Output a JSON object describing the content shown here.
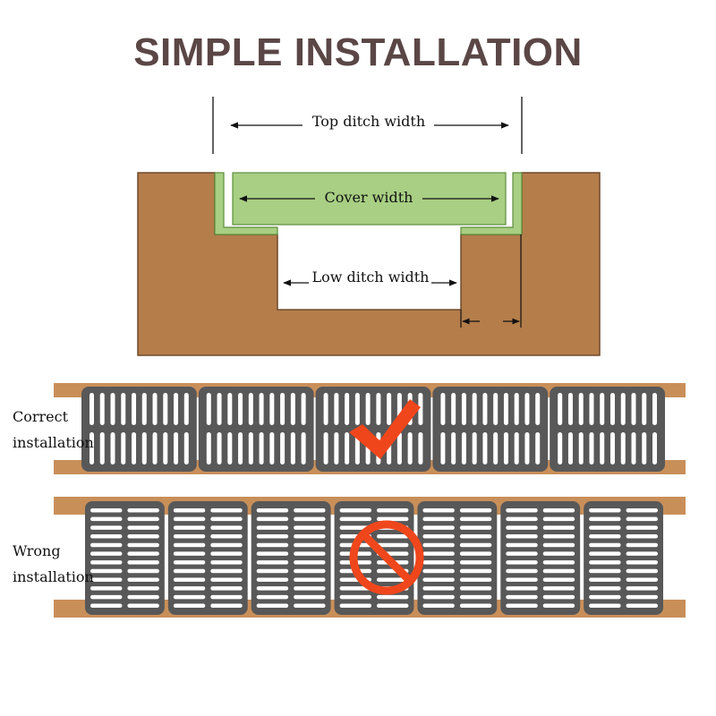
{
  "title": "SIMPLE INSTALLATION",
  "labels": {
    "top_ditch_width": "Top ditch width",
    "cover_width": "Cover width",
    "low_ditch_width": "Low ditch width",
    "correct_line1": "Correct",
    "correct_line2": "installation",
    "wrong_line1": "Wrong",
    "wrong_line2": "installation"
  },
  "colors": {
    "soil": "#b47d4a",
    "soil_border": "#6e4a2c",
    "cover": "#a8cf83",
    "cover_border": "#5d8f3c",
    "grate": "#585858",
    "slot": "#ffffff",
    "wood": "#c98f59",
    "accent": "#f0461c",
    "title": "#5b4646"
  },
  "icons": {
    "correct": "check-mark-icon",
    "wrong": "prohibited-icon"
  },
  "grates": {
    "correct_count": 5,
    "wrong_count": 7
  }
}
